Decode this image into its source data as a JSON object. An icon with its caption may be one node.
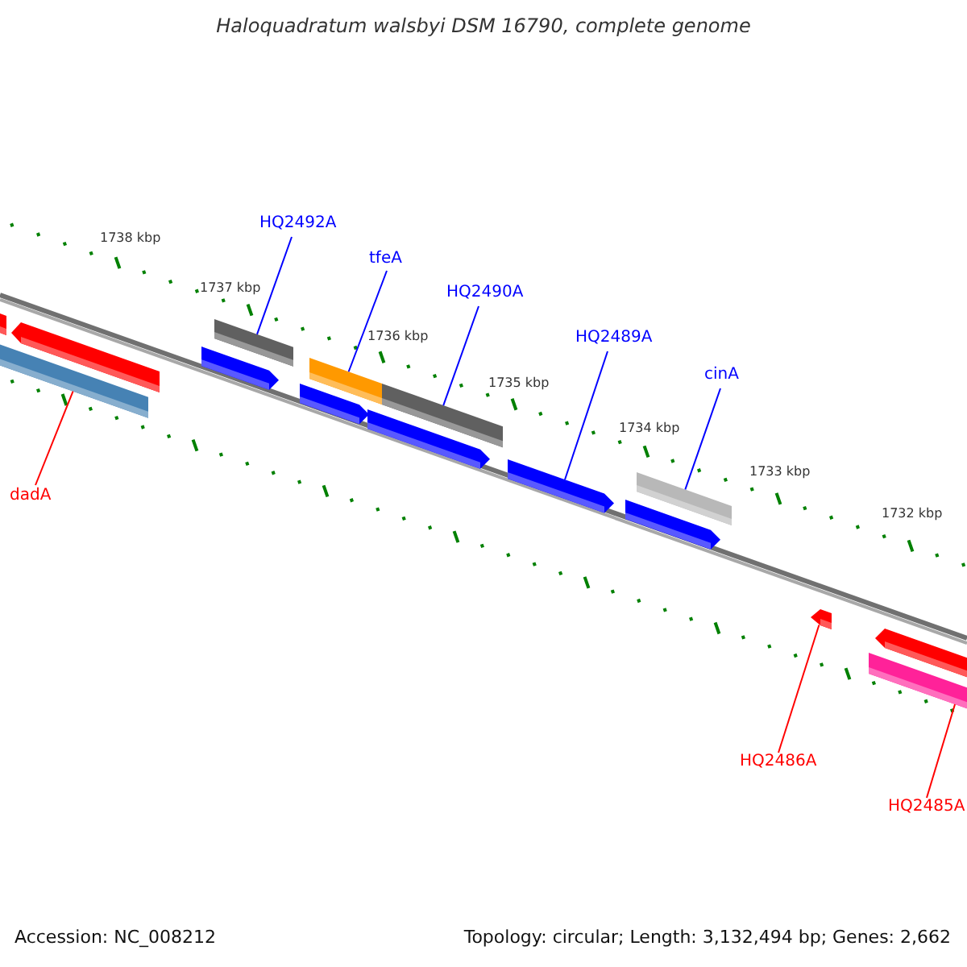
{
  "diagram": {
    "title": "Haloquadratum walsbyi DSM 16790, complete genome",
    "nodes": [
      {
        "text": [
          "HQ2492A"
        ]
      },
      {
        "text": [
          "tfeA"
        ]
      },
      {
        "text": [
          "HQ2490A"
        ]
      },
      {
        "text": [
          "HQ2489A"
        ]
      },
      {
        "text": [
          "cinA"
        ]
      },
      {
        "text": [
          "dadA"
        ]
      },
      {
        "text": [
          "HQ2486A"
        ]
      },
      {
        "text": [
          "HQ2485A"
        ]
      },
      {
        "text": [],
        "shape": "bar"
      },
      {
        "text": [],
        "shape": "bar"
      },
      {
        "text": [],
        "shape": "bar"
      },
      {
        "text": [],
        "shape": "bar"
      },
      {
        "text": [],
        "shape": "bar"
      },
      {
        "text": [],
        "shape": "bar"
      },
      {
        "text": [],
        "shape": "bar"
      },
      {
        "text": [],
        "shape": "bar"
      },
      {
        "text": [],
        "shape": "bar"
      },
      {
        "text": [],
        "shape": "bar"
      },
      {
        "text": [],
        "shape": "bar"
      },
      {
        "text": [],
        "shape": "bar"
      },
      {
        "text": [],
        "shape": "bar"
      },
      {
        "text": [],
        "shape": "bar"
      },
      {
        "text": [],
        "shape": "bar"
      }
    ],
    "edges": [
      {
        "from": 0,
        "to": 12,
        "arrow": "none"
      },
      {
        "from": 1,
        "to": 14,
        "arrow": "none"
      },
      {
        "from": 2,
        "to": 16,
        "arrow": "none"
      },
      {
        "from": 3,
        "to": 17,
        "arrow": "none"
      },
      {
        "from": 4,
        "to": 19,
        "arrow": "none"
      },
      {
        "from": 5,
        "to": 9,
        "arrow": "none",
        "color": "#ff0000"
      },
      {
        "from": 6,
        "to": 20,
        "arrow": "none",
        "color": "#ff0000"
      },
      {
        "from": 7,
        "to": 21,
        "arrow": "none",
        "color": "#ff0000"
      }
    ],
    "labels": [
      "1738 kbp",
      "1737 kbp",
      "1736 kbp",
      "1735 kbp",
      "1734 kbp",
      "1733 kbp",
      "1732 kbp",
      "Accession: NC_008212",
      "Topology: circular; Length: 3,132,494 bp; Genes: 2,662"
    ]
  }
}
